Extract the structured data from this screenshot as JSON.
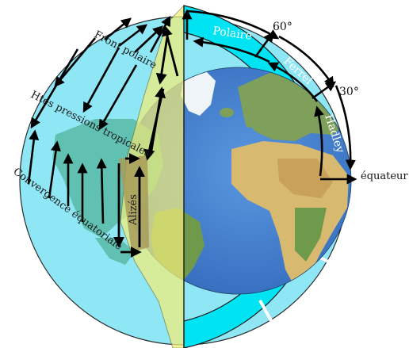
{
  "diagram": {
    "cells": {
      "polar": "Polaire",
      "ferrel": "Ferrel",
      "hadley": "Hadley"
    },
    "latitudes": {
      "lat60": "60°",
      "lat30": "30°"
    },
    "equator": "équateur",
    "zones": {
      "polar_front": "Front polaire",
      "subtropical_highs": "Htes pressions tropicales",
      "itcz": "Convergence équatoriale",
      "trade_winds": "Alizés"
    },
    "colors": {
      "atmosphere": "#8fe6f4",
      "cell_band": "#00e3f3",
      "ocean": "#4a86d6",
      "land_green": "#6f9a4c",
      "land_sand": "#d8b970",
      "ice": "#f2f6f8",
      "yellow_wedge": "#f3ef7a",
      "arrow": "#000000"
    }
  }
}
